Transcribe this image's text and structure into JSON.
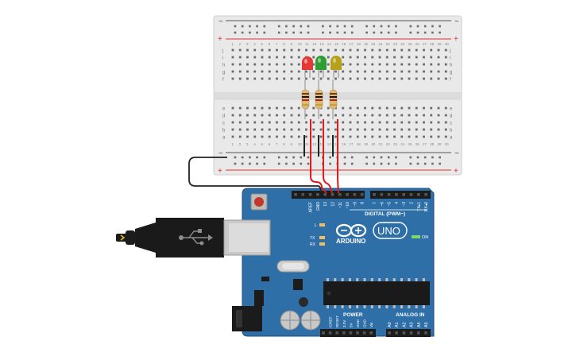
{
  "breadboard": {
    "rail_top_minus": "−",
    "rail_top_plus": "+",
    "rail_bottom_minus": "−",
    "rail_bottom_plus": "+",
    "row_letters_top": [
      "j",
      "i",
      "h",
      "g",
      "f"
    ],
    "row_letters_bottom": [
      "e",
      "d",
      "c",
      "b",
      "a"
    ],
    "column_numbers": [
      "1",
      "2",
      "3",
      "4",
      "5",
      "6",
      "7",
      "8",
      "9",
      "10",
      "11",
      "12",
      "13",
      "14",
      "15",
      "16",
      "17",
      "18",
      "19",
      "20",
      "21",
      "22",
      "23",
      "24",
      "25",
      "26",
      "27",
      "28",
      "29",
      "30"
    ]
  },
  "leds": [
    {
      "name": "red-led",
      "color": "#e53935"
    },
    {
      "name": "green-led",
      "color": "#2e9e34"
    },
    {
      "name": "yellow-led",
      "color": "#b8a11a"
    }
  ],
  "colors": {
    "board_blue": "#2f6fa8",
    "board_edge": "#1f4f7d",
    "wire_red": "#e01b1b",
    "wire_black": "#222222",
    "rail_red": "#e23030",
    "rail_blue": "#555555",
    "breadboard_body": "#e9e9e9"
  },
  "arduino": {
    "brand": "ARDUINO",
    "model": "UNO",
    "digital_label": "DIGITAL (PWM~)",
    "power_label": "POWER",
    "analog_label": "ANALOG IN",
    "on_label": "ON",
    "tx_label": "TX",
    "rx_label": "RX",
    "l_label": "L",
    "top_pins": [
      "AREF",
      "GND",
      "13",
      "12",
      "~11",
      "~10",
      "~9",
      "8",
      "7",
      "~6",
      "~5",
      "4",
      "~3",
      "2",
      "TX▸1",
      "RX◂0"
    ],
    "power_pins": [
      "IOREF",
      "RESET",
      "3.3V",
      "5V",
      "GND",
      "GND",
      "Vin"
    ],
    "analog_pins": [
      "A0",
      "A1",
      "A2",
      "A3",
      "A4",
      "A5"
    ]
  }
}
